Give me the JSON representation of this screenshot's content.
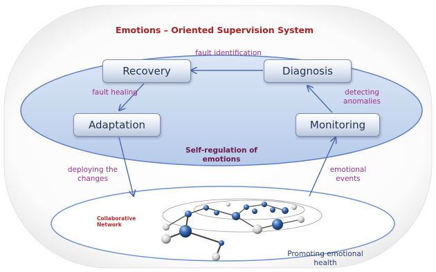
{
  "title": "Emotions – Oriented Supervision System",
  "nodes": {
    "recovery": "Recovery",
    "diagnosis": "Diagnosis",
    "adaptation": "Adaptation",
    "monitoring": "Monitoring"
  },
  "edge_labels": {
    "fault_identification": "fault identification",
    "fault_healing": "fault healing",
    "detecting_anomalies": [
      "detecting",
      "anomalies"
    ],
    "deploying_changes": [
      "deploying the",
      "changes"
    ],
    "emotional_events": [
      "emotional",
      "events"
    ]
  },
  "self_regulation": [
    "Self-regulation of",
    "emotions"
  ],
  "network_label": [
    "Collaborative",
    "Network"
  ],
  "promoting": [
    "Promoting emotional",
    "health"
  ],
  "colors": {
    "title": "#b31e1e",
    "edge_label": "#a0308a",
    "ellipse_fill": "#c9d8ef",
    "ellipse_stroke": "#5b7fc2",
    "arrow": "#4a6aa8"
  }
}
